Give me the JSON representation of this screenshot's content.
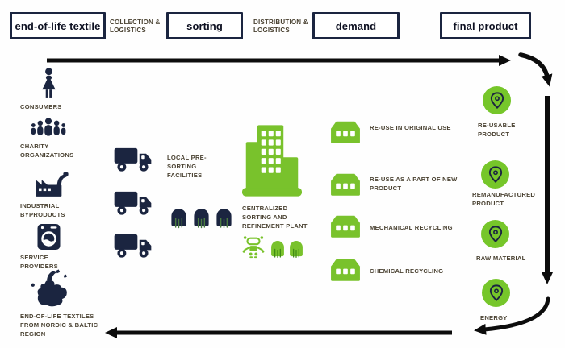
{
  "stages": {
    "end_of_life_textile": "end-of-life textile",
    "collection_logistics": "COLLECTION & LOGISTICS",
    "sorting": "sorting",
    "distribution_logistics": "DISTRIBUTION & LOGISTICS",
    "demand": "demand",
    "final_product": "final product"
  },
  "sources": [
    {
      "icon": "woman-icon",
      "label": "CONSUMERS"
    },
    {
      "icon": "people-group-icon",
      "label": "CHARITY ORGANIZATIONS"
    },
    {
      "icon": "factory-icon",
      "label": "INDUSTRIAL BYPRODUCTS"
    },
    {
      "icon": "washing-machine-icon",
      "label": "SERVICE PROVIDERS"
    },
    {
      "icon": "europe-map-icon",
      "label": "END-OF-LIFE TEXTILES FROM NORDIC & BALTIC REGION"
    }
  ],
  "collection": {
    "truck_count": 3,
    "label": "LOCAL PRE-SORTING FACILITIES",
    "facility_count": 3
  },
  "plant": {
    "label": "CENTRALIZED SORTING AND REFINEMENT PLANT",
    "icons": [
      "robot-icon",
      "hand-sorting-icon",
      "hand-sorting-icon"
    ]
  },
  "processes": [
    {
      "icon": "warehouse-icon",
      "label": "RE-USE IN ORIGINAL USE"
    },
    {
      "icon": "warehouse-icon",
      "label": "RE-USE AS A PART OF NEW PRODUCT"
    },
    {
      "icon": "warehouse-icon",
      "label": "MECHANICAL RECYCLING"
    },
    {
      "icon": "warehouse-icon",
      "label": "CHEMICAL RECYCLING"
    }
  ],
  "outputs": [
    {
      "icon": "map-pin-icon",
      "label": "RE-USABLE PRODUCT"
    },
    {
      "icon": "map-pin-icon",
      "label": "REMANUFACTURED PRODUCT"
    },
    {
      "icon": "map-pin-icon",
      "label": "RAW MATERIAL"
    },
    {
      "icon": "map-pin-icon",
      "label": "ENERGY"
    }
  ],
  "colors": {
    "navy": "#1b2540",
    "green": "#79c22c",
    "label_text": "#4a4232",
    "arrow": "#0c0c0c"
  }
}
